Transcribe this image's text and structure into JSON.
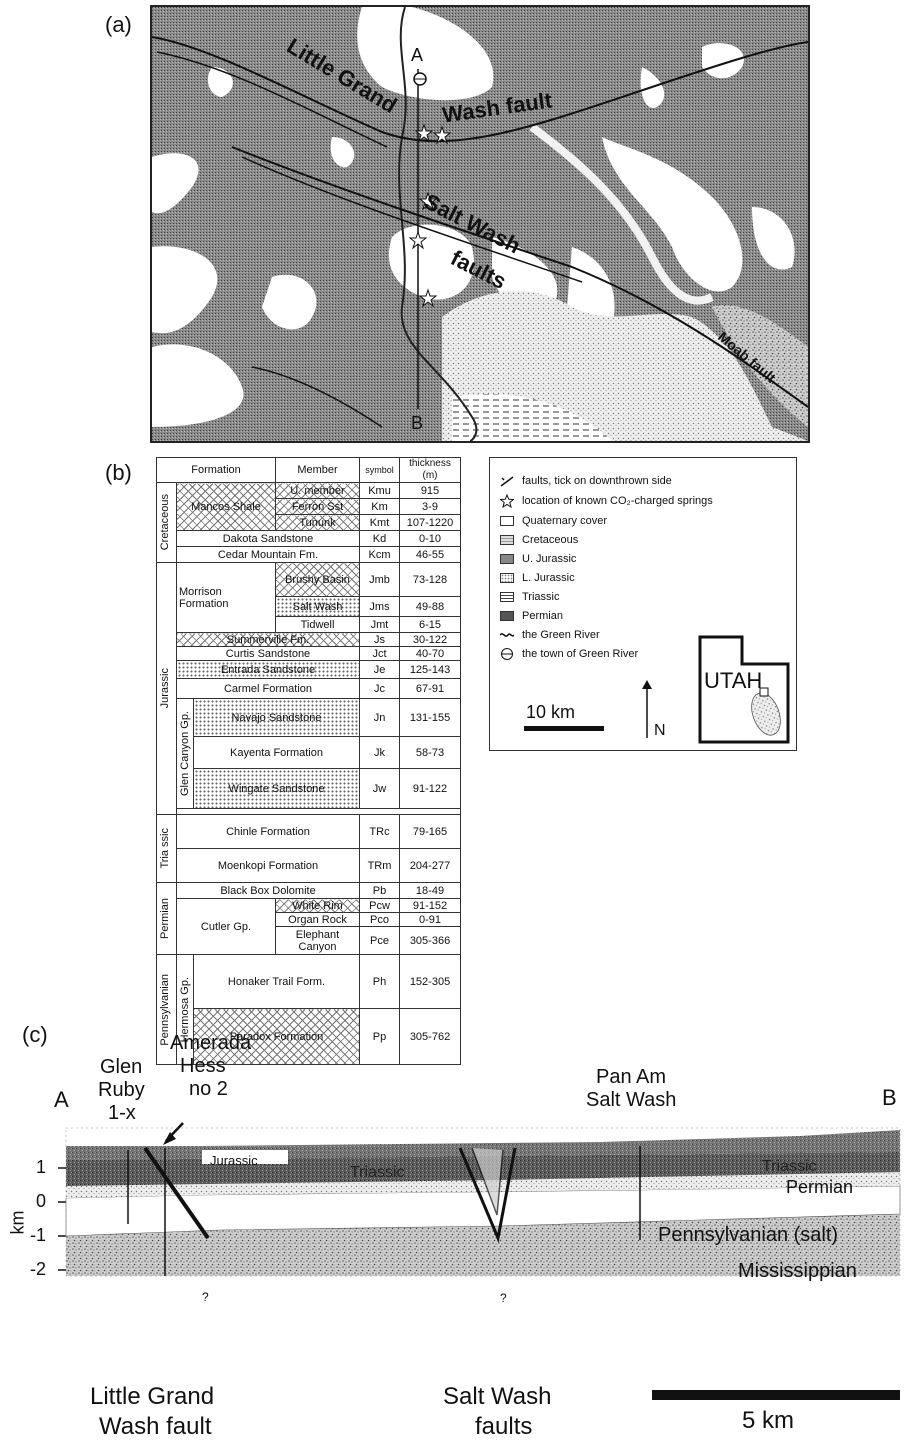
{
  "panel_labels": {
    "a": "(a)",
    "b": "(b)",
    "c": "(c)"
  },
  "map": {
    "labels": {
      "little_grand": "Little Grand",
      "wash_fault": "Wash fault",
      "salt_wash": "Salt Wash",
      "faults": "faults",
      "moab_fault": "Moab fault",
      "point_a": "A",
      "point_b": "B"
    }
  },
  "strat_table": {
    "headers": {
      "formation": "Formation",
      "member": "Member",
      "symbol": "symbol",
      "thickness": "thickness (m)"
    },
    "periods": {
      "cretaceous": "Cretaceous",
      "jurassic": "Jurassic",
      "triassic": "Tria ssic",
      "permian": "Permian",
      "pennsylvanian": "Pennsylvanian"
    },
    "groups": {
      "glen_canyon": "Glen Canyon Gp.",
      "hermosa": "Hermosa Gp."
    },
    "rows": {
      "mancos": "Mancos Shale",
      "u_member": "U. member",
      "kmu": "Kmu",
      "kmu_t": "915",
      "ferron": "Ferron Sst",
      "km": "Km",
      "km_t": "3-9",
      "tununk": "Tununk",
      "kmt": "Kmt",
      "kmt_t": "107-1220",
      "dakota": "Dakota Sandstone",
      "kd": "Kd",
      "kd_t": "0-10",
      "cedar": "Cedar Mountain Fm.",
      "kcm": "Kcm",
      "kcm_t": "46-55",
      "morrison": "Morrison Formation",
      "brushy": "Brushy Basin",
      "jmb": "Jmb",
      "jmb_t": "73-128",
      "saltwash": "Salt Wash",
      "jms": "Jms",
      "jms_t": "49-88",
      "tidwell": "Tidwell",
      "jmt": "Jmt",
      "jmt_t": "6-15",
      "summerville": "Summerville Fm.",
      "js": "Js",
      "js_t": "30-122",
      "curtis": "Curtis Sandstone",
      "jct": "Jct",
      "jct_t": "40-70",
      "entrada": "Entrada Sandstone",
      "je": "Je",
      "je_t": "125-143",
      "carmel": "Carmel Formation",
      "jc": "Jc",
      "jc_t": "67-91",
      "navajo": "Navajo Sandstone",
      "jn": "Jn",
      "jn_t": "131-155",
      "kayenta": "Kayenta Formation",
      "jk": "Jk",
      "jk_t": "58-73",
      "wingate": "Wingate Sandstone",
      "jw": "Jw",
      "jw_t": "91-122",
      "chinle": "Chinle Formation",
      "trc": "TRc",
      "trc_t": "79-165",
      "moenkopi": "Moenkopi Formation",
      "trm": "TRm",
      "trm_t": "204-277",
      "blackbox": "Black Box Dolomite",
      "pb": "Pb",
      "pb_t": "18-49",
      "cutler": "Cutler Gp.",
      "whiterim": "White Rim",
      "pcw": "Pcw",
      "pcw_t": "91-152",
      "organrock": "Organ Rock",
      "pco": "Pco",
      "pco_t": "0-91",
      "elephant": "Elephant Canyon",
      "pce": "Pce",
      "pce_t": "305-366",
      "honaker": "Honaker Trail Form.",
      "ph": "Ph",
      "ph_t": "152-305",
      "paradox": "Paradox Formation",
      "pp": "Pp",
      "pp_t": "305-762"
    }
  },
  "legend": {
    "items": {
      "faults": "faults, tick on downthrown side",
      "springs": "location of known CO₂-charged springs",
      "quaternary": "Quaternary cover",
      "cretaceous": "Cretaceous",
      "u_jurassic": "U. Jurassic",
      "l_jurassic": "L. Jurassic",
      "triassic": "Triassic",
      "permian": "Permian",
      "green_river": "the Green River",
      "town": "the town of Green River"
    },
    "utah": "UTAH",
    "scale": "10 km",
    "north": "N"
  },
  "cross_section": {
    "point_a": "A",
    "point_b": "B",
    "wells": {
      "glen_ruby_1": "Glen",
      "glen_ruby_2": "Ruby",
      "glen_ruby_3": "1-x",
      "amerada_1": "Amerada",
      "amerada_2": "Hess",
      "amerada_3": "no 2",
      "panam_1": "Pan Am",
      "panam_2": "Salt Wash"
    },
    "axis": {
      "ylabel": "km",
      "ticks": [
        "1",
        "0",
        "-1",
        "-2"
      ]
    },
    "units": {
      "jurassic": "Jurassic",
      "triassic_1": "Triassic",
      "triassic_2": "Triassic",
      "permian": "Permian",
      "pennsylvanian": "Pennsylvanian (salt)",
      "mississippian": "Mississippian"
    },
    "question": "?",
    "fault_labels": {
      "lgw_1": "Little Grand",
      "lgw_2": "Wash fault",
      "sw_1": "Salt Wash",
      "sw_2": "faults"
    },
    "scale": "5 km"
  }
}
